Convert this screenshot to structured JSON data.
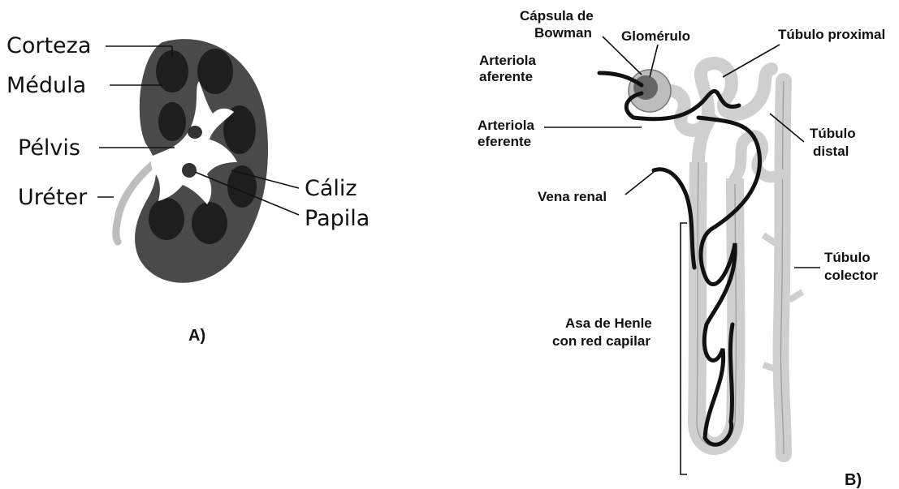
{
  "panel_a": {
    "label": "A)",
    "parts": {
      "corteza": "Corteza",
      "medula": "Médula",
      "pelvis": "Pélvis",
      "ureter": "Uréter",
      "caliz": "Cáliz",
      "papila": "Papila"
    }
  },
  "panel_b": {
    "label": "B)",
    "parts": {
      "capsula_1": "Cápsula de",
      "capsula_2": "Bowman",
      "glomerulo": "Glomérulo",
      "tubulo_proximal": "Túbulo proximal",
      "arteriola_aferente_1": "Arteriola",
      "arteriola_aferente_2": "aferente",
      "arteriola_eferente_1": "Arteriola",
      "arteriola_eferente_2": "eferente",
      "tubulo_distal_1": "Túbulo",
      "tubulo_distal_2": "distal",
      "vena_renal": "Vena renal",
      "tubulo_colector_1": "Túbulo",
      "tubulo_colector_2": "colector",
      "asa_1": "Asa de Henle",
      "asa_2": "con red capilar"
    }
  },
  "colors": {
    "cortex": "#4a4a4a",
    "medulla": "#1e1e1e",
    "pelvis": "#ffffff",
    "tubule": "#cfcfcf",
    "vessel": "#111111"
  }
}
